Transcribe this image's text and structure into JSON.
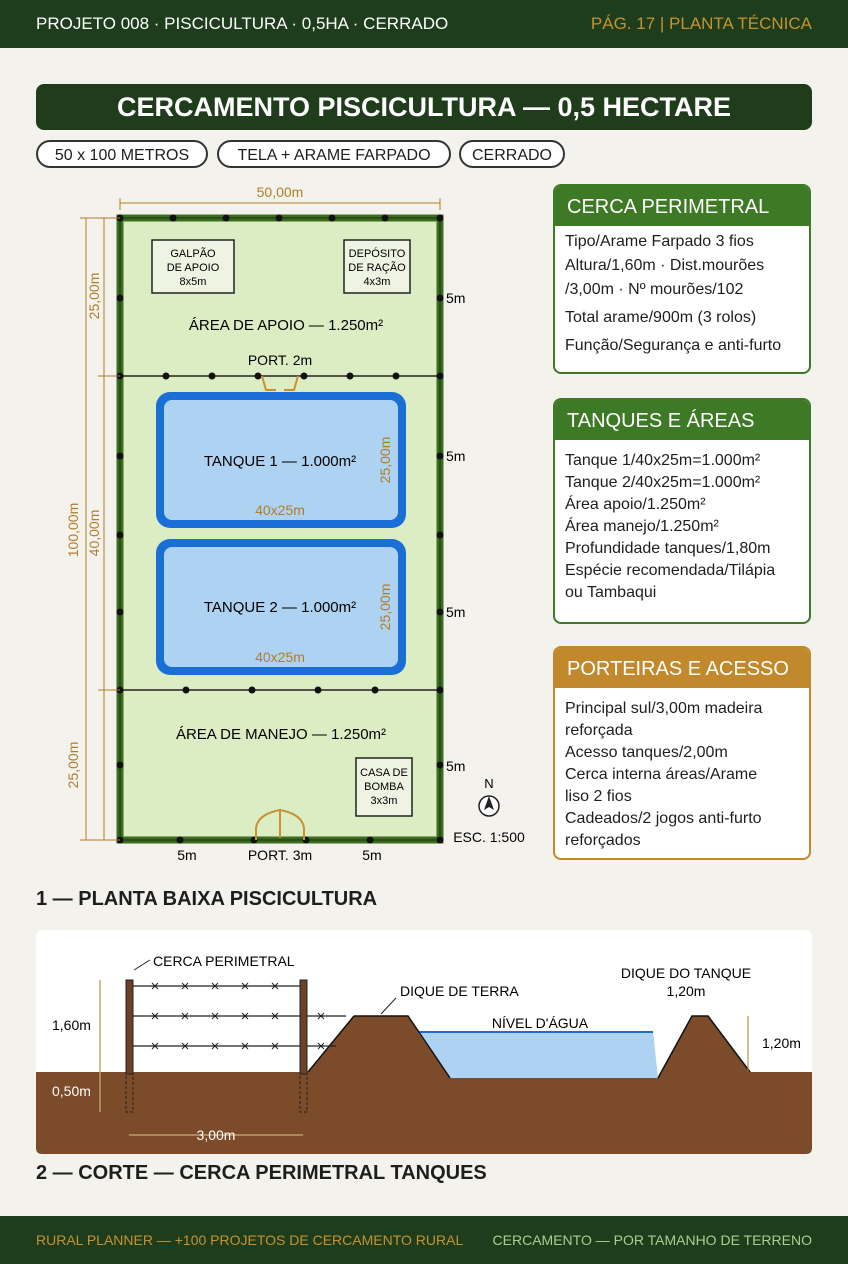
{
  "header": {
    "left": "PROJETO 008 · PISCICULTURA · 0,5HA · CERRADO",
    "right": "PÁG. 17 | PLANTA TÉCNICA"
  },
  "title": "CERCAMENTO PISCICULTURA — 0,5 HECTARE",
  "chips": [
    "50 x 100 METROS",
    "TELA + ARAME FARPADO",
    "CERRADO"
  ],
  "plan": {
    "width_label": "50,00m",
    "height_label": "100,00m",
    "dim_top": "25,00m",
    "dim_mid": "40,00m",
    "dim_bottom": "25,00m",
    "galpao": [
      "GALPÃO",
      "DE APOIO",
      "8x5m"
    ],
    "deposito": [
      "DEPÓSITO",
      "DE RAÇÃO",
      "4x3m"
    ],
    "area_apoio": "ÁREA DE APOIO — 1.250m²",
    "port2": "PORT. 2m",
    "tank1": "TANQUE 1 — 1.000m²",
    "tank2": "TANQUE 2 — 1.000m²",
    "tank_size": "40x25m",
    "tank_width": "25,00m",
    "area_manejo": "ÁREA DE MANEJO — 1.250m²",
    "casa": [
      "CASA DE",
      "BOMBA",
      "3x3m"
    ],
    "post_spacing": "5m",
    "port3": "PORT. 3m",
    "north": "N",
    "scale": "ESC. 1:500"
  },
  "cards": {
    "cerca": {
      "title": "CERCA PERIMETRAL",
      "lines": [
        "Tipo/Arame Farpado 3 fios",
        "Altura/1,60m · Dist.mourões",
        "/3,00m · Nº mourões/102",
        "Total arame/900m (3 rolos)",
        "Função/Segurança e anti-furto"
      ]
    },
    "tanques": {
      "title": "TANQUES E ÁREAS",
      "lines": [
        "Tanque 1/40x25m=1.000m²",
        "Tanque 2/40x25m=1.000m²",
        "Área apoio/1.250m²",
        "Área manejo/1.250m²",
        "Profundidade tanques/1,80m",
        "Espécie recomendada/Tilápia",
        "ou Tambaqui"
      ]
    },
    "porteiras": {
      "title": "PORTEIRAS E ACESSO",
      "lines": [
        "Principal sul/3,00m madeira",
        "reforçada",
        "Acesso tanques/2,00m",
        "Cerca interna áreas/Arame",
        "liso 2 fios",
        "Cadeados/2 jogos anti-furto",
        "reforçados"
      ]
    }
  },
  "section1": "1 — PLANTA BAIXA PISCICULTURA",
  "section": {
    "cerca": "CERCA PERIMETRAL",
    "h160": "1,60m",
    "h050": "0,50m",
    "w300": "3,00m",
    "dique_terra": "DIQUE DE TERRA",
    "nivel": "NÍVEL D'ÁGUA",
    "dique_tanque": [
      "DIQUE DO TANQUE",
      "1,20m"
    ],
    "h120": "1,20m"
  },
  "section2": "2 — CORTE — CERCA PERIMETRAL TANQUES",
  "footer": {
    "left": "RURAL PLANNER — +100 PROJETOS DE CERCAMENTO RURAL",
    "right": "CERCAMENTO — POR TAMANHO DE TERRENO"
  },
  "colors": {
    "dark_green": "#1d3d1c",
    "green": "#3e7a26",
    "orange": "#c2892c",
    "water": "#aed2f2",
    "tank_border": "#1a6fd6",
    "soil": "#7b4b2a"
  }
}
